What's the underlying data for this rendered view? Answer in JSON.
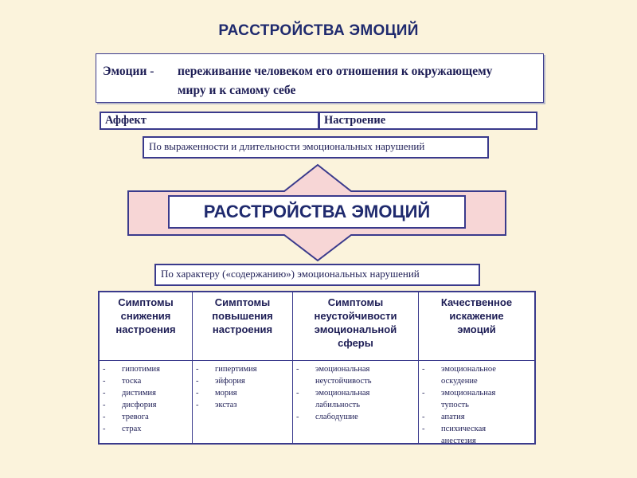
{
  "title": "РАССТРОЙСТВА ЭМОЦИЙ",
  "definition": {
    "term": "Эмоции -",
    "line1": "переживание человеком его отношения к окружающему",
    "line2": "миру и к самому себе"
  },
  "types": {
    "left": "Аффект",
    "right": "Настроение"
  },
  "classification_notes": {
    "by_intensity": "По выраженности и длительности эмоциональных нарушений",
    "by_character": "По характеру («содержанию») эмоциональных нарушений"
  },
  "center_title": "РАССТРОЙСТВА ЭМОЦИЙ",
  "colors": {
    "border": "#3a3a8c",
    "text": "#1d1d55",
    "arrow_fill": "#f7d6d6",
    "background": "#fbf3dc"
  },
  "categories": [
    {
      "header": [
        "Симптомы",
        "снижения",
        "настроения"
      ],
      "items": [
        [
          "гипотимия"
        ],
        [
          "тоска"
        ],
        [
          "дистимия"
        ],
        [
          "дисфория"
        ],
        [
          "тревога"
        ],
        [
          "страх"
        ]
      ]
    },
    {
      "header": [
        "Симптомы",
        "повышения",
        "настроения"
      ],
      "items": [
        [
          "гипертимия"
        ],
        [
          "эйфория"
        ],
        [
          "мория"
        ],
        [
          "экстаз"
        ]
      ]
    },
    {
      "header": [
        "Симптомы",
        "неустойчивости",
        "эмоциональной",
        "сферы"
      ],
      "items": [
        [
          "эмоциональная",
          "неустойчивость"
        ],
        [
          "эмоциональная",
          "лабильность"
        ],
        [
          "слабодушие"
        ]
      ]
    },
    {
      "header": [
        "Качественное",
        "искажение",
        "эмоций"
      ],
      "items": [
        [
          "эмоциональное",
          "оскудение"
        ],
        [
          "эмоциональная",
          "тупость"
        ],
        [
          "апатия"
        ],
        [
          "психическая",
          "анестезия"
        ]
      ]
    }
  ]
}
